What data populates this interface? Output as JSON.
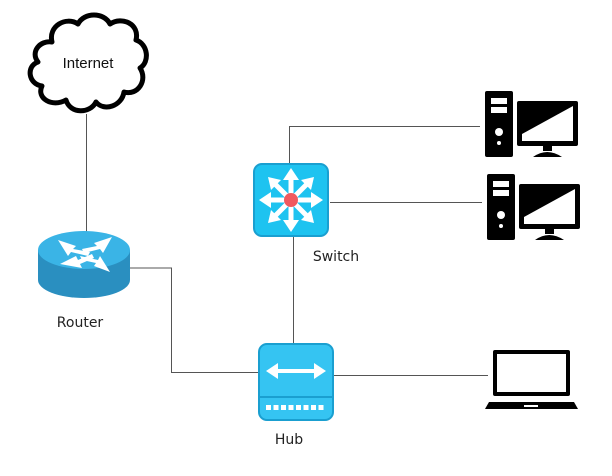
{
  "title": "Network topology diagram",
  "nodes": {
    "internet": {
      "label": "Internet",
      "type": "cloud"
    },
    "router": {
      "label": "Router",
      "type": "router"
    },
    "switch": {
      "label": "Switch",
      "type": "switch"
    },
    "hub": {
      "label": "Hub",
      "type": "hub"
    },
    "pc1": {
      "label": "",
      "type": "desktop-computer"
    },
    "pc2": {
      "label": "",
      "type": "desktop-computer"
    },
    "laptop": {
      "label": "",
      "type": "laptop"
    }
  },
  "connections": [
    {
      "from": "internet",
      "to": "router"
    },
    {
      "from": "router",
      "to": "hub"
    },
    {
      "from": "switch",
      "to": "hub"
    },
    {
      "from": "switch",
      "to": "pc1"
    },
    {
      "from": "switch",
      "to": "pc2"
    },
    {
      "from": "hub",
      "to": "laptop"
    }
  ],
  "colors": {
    "device_blue": "#1ec3f0",
    "device_border": "#1a9fd0",
    "router_top": "#3ab4e6",
    "router_side": "#2a8fc0",
    "switch_center": "#f0595f",
    "line": "#555555"
  }
}
